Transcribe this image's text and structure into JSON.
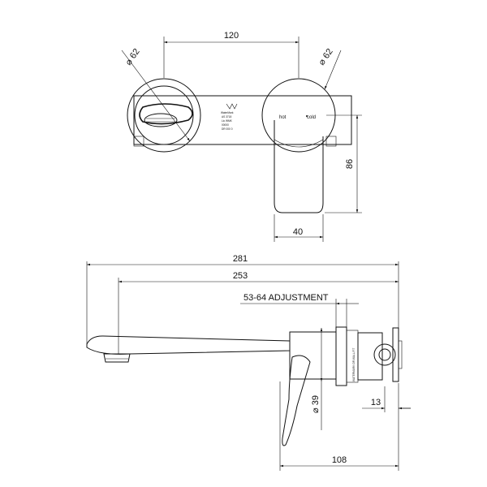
{
  "top_view": {
    "width_dim": "120",
    "left_diameter": "⌀ 62",
    "right_diameter": "⌀ 62",
    "height_dim": "86",
    "spout_width_dim": "40",
    "hot_label": "hot",
    "cold_label": "cold",
    "logo_lines": [
      "WaterMark",
      "AS 3718",
      "Lic WMK",
      "00000",
      "DR 000 0"
    ]
  },
  "side_view": {
    "total_length_dim": "281",
    "spout_length_dim": "253",
    "adjustment_label": "53-64 ADJUSTMENT",
    "body_diameter": "⌀ 39",
    "offset_dim": "13",
    "depth_dim": "108",
    "body_text": "WATERMARK OR WALL-FIT"
  }
}
